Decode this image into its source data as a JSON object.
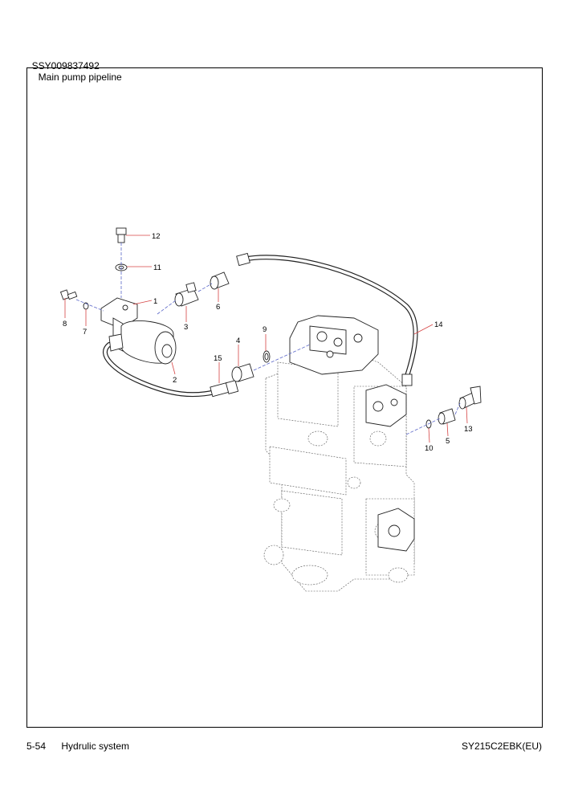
{
  "header": {
    "part_number": "SSY009837492",
    "title": "Main pump pipeline"
  },
  "footer": {
    "page": "5-54",
    "section": "Hydrulic system",
    "model": "SY215C2EBK(EU)"
  },
  "callouts": [
    {
      "id": "c1",
      "label": "1"
    },
    {
      "id": "c2",
      "label": "2"
    },
    {
      "id": "c3",
      "label": "3"
    },
    {
      "id": "c4",
      "label": "4"
    },
    {
      "id": "c5",
      "label": "5"
    },
    {
      "id": "c6",
      "label": "6"
    },
    {
      "id": "c7",
      "label": "7"
    },
    {
      "id": "c8",
      "label": "8"
    },
    {
      "id": "c9",
      "label": "9"
    },
    {
      "id": "c10",
      "label": "10"
    },
    {
      "id": "c11",
      "label": "11"
    },
    {
      "id": "c12",
      "label": "12"
    },
    {
      "id": "c13",
      "label": "13"
    },
    {
      "id": "c14",
      "label": "14"
    },
    {
      "id": "c15",
      "label": "15"
    }
  ]
}
